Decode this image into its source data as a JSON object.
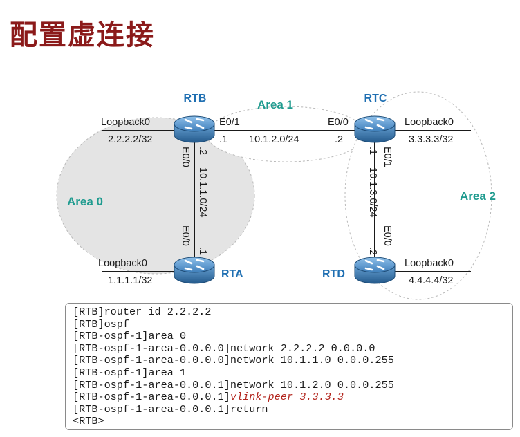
{
  "page": {
    "title": "配置虚连接"
  },
  "diagram": {
    "areas": {
      "area0": "Area 0",
      "area1": "Area 1",
      "area2": "Area 2"
    },
    "routers": {
      "rtb": "RTB",
      "rtc": "RTC",
      "rta": "RTA",
      "rtd": "RTD"
    },
    "loopbacks": {
      "rtb_name": "Loopback0",
      "rtb_ip": "2.2.2.2/32",
      "rtc_name": "Loopback0",
      "rtc_ip": "3.3.3.3/32",
      "rta_name": "Loopback0",
      "rta_ip": "1.1.1.1/32",
      "rtd_name": "Loopback0",
      "rtd_ip": "4.4.4.4/32"
    },
    "links": {
      "rtb_rtc": {
        "net": "10.1.2.0/24",
        "rtb_if": "E0/1",
        "rtb_host": ".1",
        "rtc_if": "E0/0",
        "rtc_host": ".2"
      },
      "rtb_rta": {
        "net": "10.1.1.0/24",
        "rtb_if": "E0/0",
        "rtb_host": ".2",
        "rta_if": "E0/0",
        "rta_host": ".1"
      },
      "rtc_rtd": {
        "net": "10.1.3.0/24",
        "rtc_if": "E0/1",
        "rtc_host": ".1",
        "rtd_if": "E0/0",
        "rtd_host": ".2"
      }
    }
  },
  "cli": {
    "lines": [
      "[RTB]router id 2.2.2.2",
      "[RTB]ospf",
      "[RTB-ospf-1]area 0",
      "[RTB-ospf-1-area-0.0.0.0]network 2.2.2.2 0.0.0.0",
      "[RTB-ospf-1-area-0.0.0.0]network 10.1.1.0 0.0.0.255",
      "[RTB-ospf-1]area 1",
      "[RTB-ospf-1-area-0.0.0.1]network 10.1.2.0 0.0.0.255",
      "[RTB-ospf-1-area-0.0.0.1]",
      "[RTB-ospf-1-area-0.0.0.1]return",
      "<RTB>"
    ],
    "highlight_cmd": "vlink-peer 3.3.3.3"
  },
  "colors": {
    "title": "#8b1a1a",
    "area_label": "#1f9b8f",
    "router_label": "#1f6fb2",
    "router_body": "#3d7fb8",
    "area_fill": "#e6e6e6",
    "command_highlight": "#b3261e"
  }
}
